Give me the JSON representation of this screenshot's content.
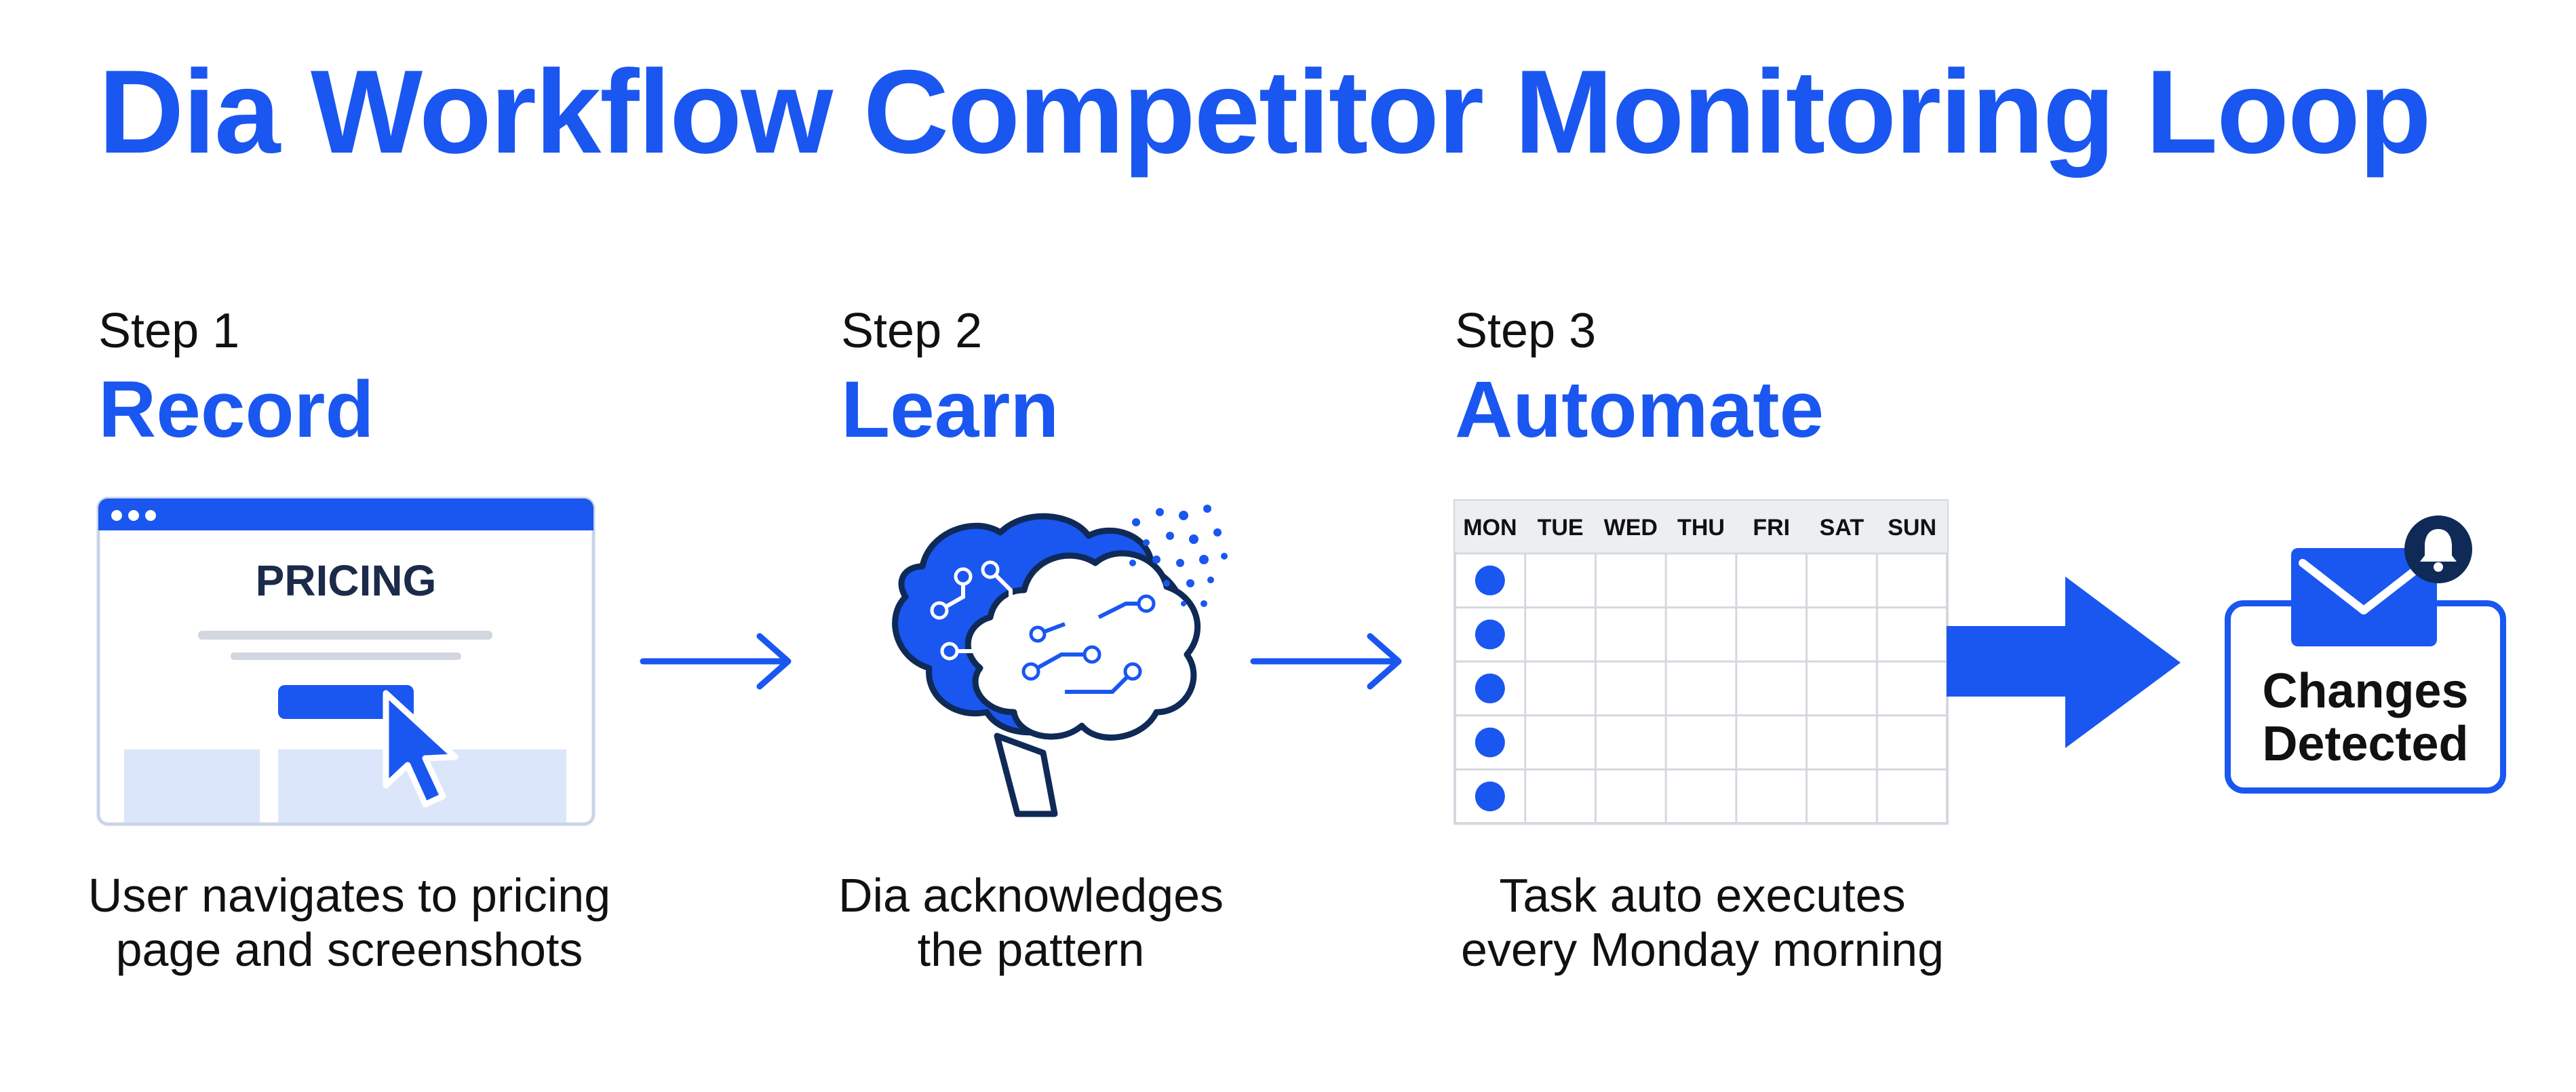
{
  "title": "Dia Workflow Competitor Monitoring Loop",
  "steps": [
    {
      "number": "Step 1",
      "name": "Record",
      "illustration_text": "PRICING",
      "description": [
        "User navigates to pricing",
        "page and screenshots"
      ]
    },
    {
      "number": "Step 2",
      "name": "Learn",
      "description": [
        "Dia acknowledges",
        "the pattern"
      ]
    },
    {
      "number": "Step 3",
      "name": "Automate",
      "calendar_days": [
        "MON",
        "TUE",
        "WED",
        "THU",
        "FRI",
        "SAT",
        "SUN"
      ],
      "description": [
        "Task auto executes",
        "every Monday morning"
      ]
    }
  ],
  "result": {
    "label": [
      "Changes",
      "Detected"
    ]
  },
  "colors": {
    "accent": "#1a56f0",
    "dark_navy": "#0f2a57",
    "light_blue": "#dbe6fb"
  },
  "icons": [
    "browser-window-icon",
    "cursor-icon",
    "brain-circuit-icon",
    "calendar-icon",
    "envelope-icon",
    "bell-icon",
    "arrow-right-icon"
  ]
}
